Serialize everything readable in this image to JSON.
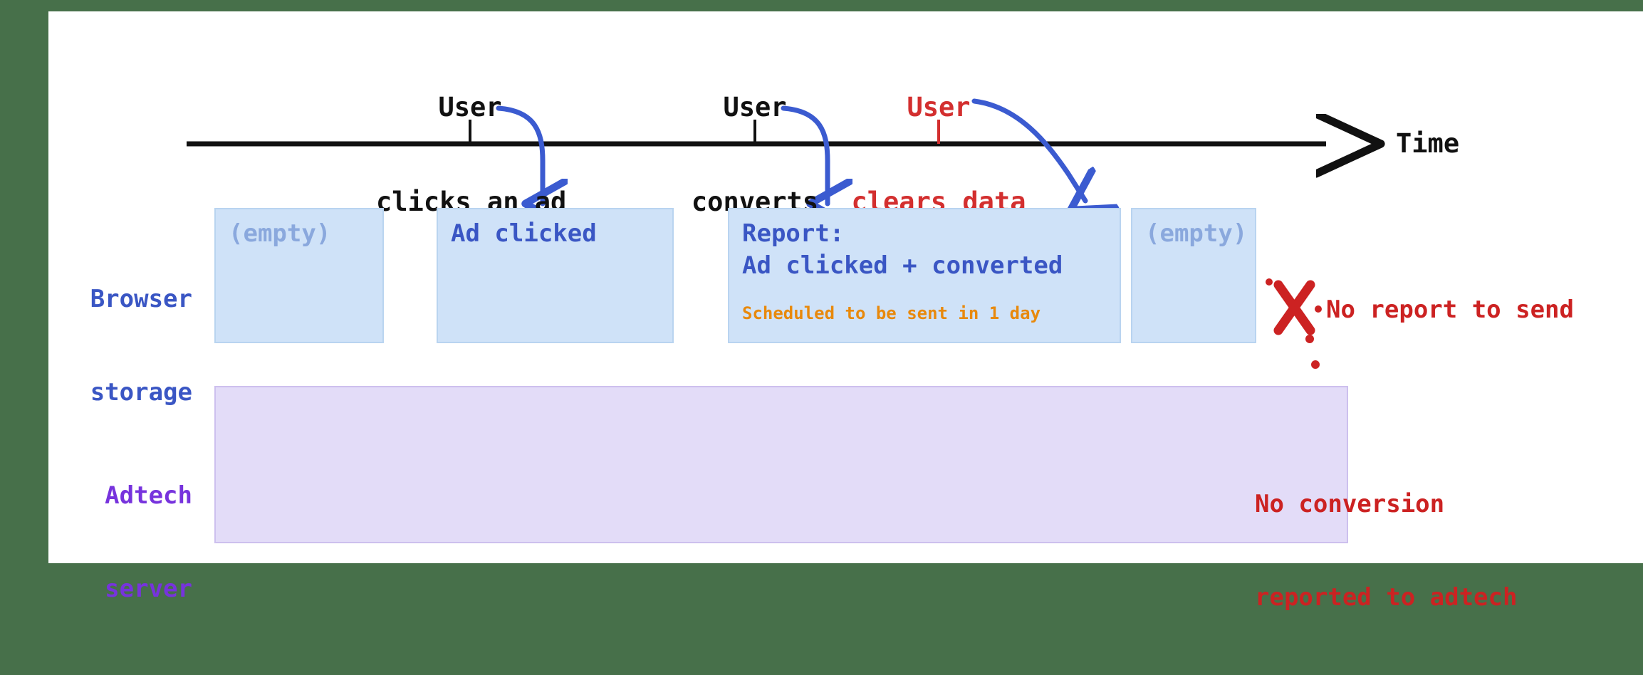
{
  "theme": {
    "page_background": "#47704a",
    "content_background": "#ffffff",
    "timeline_color": "#111111",
    "arrow_color": "#3b5bd0",
    "browser_box_fill": "#cfe2f8",
    "browser_box_border": "#b9d4f0",
    "browser_text": "#3a56c4",
    "browser_empty_text": "#8aa8dd",
    "adtech_box_fill": "#e3dcf8",
    "adtech_box_border": "#cdc0ee",
    "adtech_label": "#7733dd",
    "warning_orange": "#e8890c",
    "error_red": "#cc2222",
    "event_red": "#d32f2f"
  },
  "timeline": {
    "axis_label": "Time",
    "events": [
      {
        "id": "click",
        "line1": "User",
        "line2": "clicks an ad",
        "color": "black"
      },
      {
        "id": "convert",
        "line1": "User",
        "line2": "converts",
        "color": "black"
      },
      {
        "id": "clear",
        "line1": "User",
        "line2": "clears data",
        "color": "red"
      }
    ]
  },
  "rows": {
    "browser": {
      "line1": "Browser",
      "line2": "storage"
    },
    "adtech": {
      "line1": "Adtech",
      "line2": "server"
    }
  },
  "storage_states": [
    {
      "id": "state-initial",
      "text": "(empty)",
      "empty": true,
      "sub": ""
    },
    {
      "id": "state-clicked",
      "text": "Ad clicked",
      "empty": false,
      "sub": ""
    },
    {
      "id": "state-report",
      "text": "Report:\nAd clicked + converted",
      "empty": false,
      "sub": "Scheduled to be sent in 1 day"
    },
    {
      "id": "state-cleared",
      "text": "(empty)",
      "empty": true,
      "sub": ""
    }
  ],
  "annotations": {
    "no_report": "No report to send",
    "no_conversion_line1": "No conversion",
    "no_conversion_line2": "reported to adtech"
  }
}
